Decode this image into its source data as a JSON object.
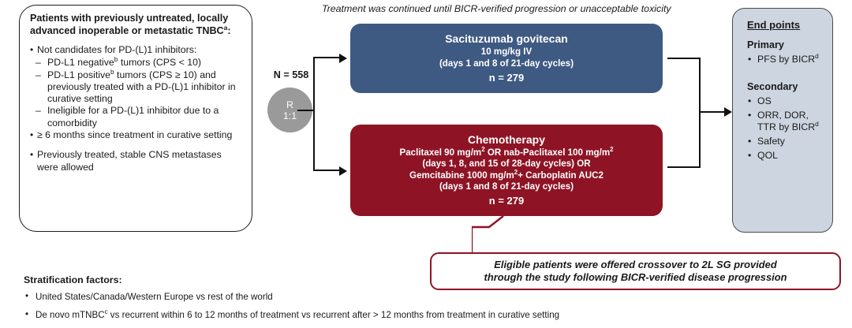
{
  "eligibility": {
    "title": "Patients with previously untreated, locally advanced inoperable or metastatic TNBC",
    "title_sup": "a",
    "title_suffix": ":",
    "items": [
      {
        "text": "Not candidates for PD-(L)1 inhibitors:"
      },
      {
        "text": "PD-L1 negative",
        "sup": "b",
        "text2": " tumors (CPS < 10)",
        "level": 2
      },
      {
        "text": "PD-L1 positive",
        "sup": "b",
        "text2": " tumors (CPS ≥ 10) and previously treated with a PD-(L)1 inhibitor in curative setting",
        "level": 2
      },
      {
        "text": "Ineligible for a PD-(L)1 inhibitor due to a comorbidity",
        "level": 2
      },
      {
        "text": "≥ 6 months since treatment in curative setting"
      },
      {
        "text": "Previously treated, stable CNS metastases were allowed"
      }
    ],
    "sub_item_1": "PD-L1 negative",
    "sub_item_1_sup": "b",
    "sub_item_1_rest": " tumors (CPS < 10)",
    "sub_item_2": "PD-L1 positive",
    "sub_item_2_sup": "b",
    "sub_item_2_rest": " tumors (CPS ≥ 10) and previously treated with a PD-(L)1 inhibitor in curative setting",
    "sub_item_3": "Ineligible for a PD-(L)1 inhibitor due to a comorbidity",
    "item_1": "Not candidates for PD-(L)1 inhibitors:",
    "item_2": "≥ 6 months since treatment in curative setting",
    "item_3": "Previously treated, stable CNS metastases were allowed"
  },
  "randomization": {
    "n_label": "N = 558",
    "circle_letter": "R",
    "circle_ratio": "1:1"
  },
  "caption": "Treatment was continued until BICR-verified progression or unacceptable toxicity",
  "arms": {
    "sg": {
      "title": "Sacituzumab govitecan",
      "line1": "10 mg/kg IV",
      "line2": "(days 1 and 8 of 21-day cycles)",
      "n": "n = 279",
      "color": "#3e5a83"
    },
    "chemo": {
      "title": "Chemotherapy",
      "line1_a": "Paclitaxel 90 mg/m",
      "line1_sup": "2",
      "line1_b": " OR nab-Paclitaxel 100 mg/m",
      "line1_sup2": "2",
      "line2": "(days 1, 8, and 15 of 28-day cycles) OR",
      "line3_a": "Gemcitabine 1000 mg/m",
      "line3_sup": "2",
      "line3_b": "+ Carboplatin AUC2",
      "line4": "(days 1 and 8 of 21-day cycles)",
      "n": "n = 279",
      "color": "#8e1425"
    }
  },
  "endpoints": {
    "title": "End points",
    "primary_head": "Primary",
    "primary_item_text": "PFS by BICR",
    "primary_item_sup": "d",
    "secondary_head": "Secondary",
    "secondary_item_1": "OS",
    "secondary_item_2a": "ORR, DOR,",
    "secondary_item_2b": "TTR by BICR",
    "secondary_item_2_sup": "d",
    "secondary_item_3": "Safety",
    "secondary_item_4": "QOL",
    "background": "#cdd5e0"
  },
  "crossover": {
    "line1": "Eligible patients were offered crossover to 2L SG provided",
    "line2": "through the study following BICR-verified disease progression",
    "border_color": "#8e1425"
  },
  "stratification": {
    "title": "Stratification factors:",
    "item_1": "United States/Canada/Western Europe vs rest of the world",
    "item_2a": "De novo mTNBC",
    "item_2_sup": "c",
    "item_2b": " vs recurrent within 6 to 12 months of treatment vs recurrent after > 12 months from treatment in curative setting"
  }
}
